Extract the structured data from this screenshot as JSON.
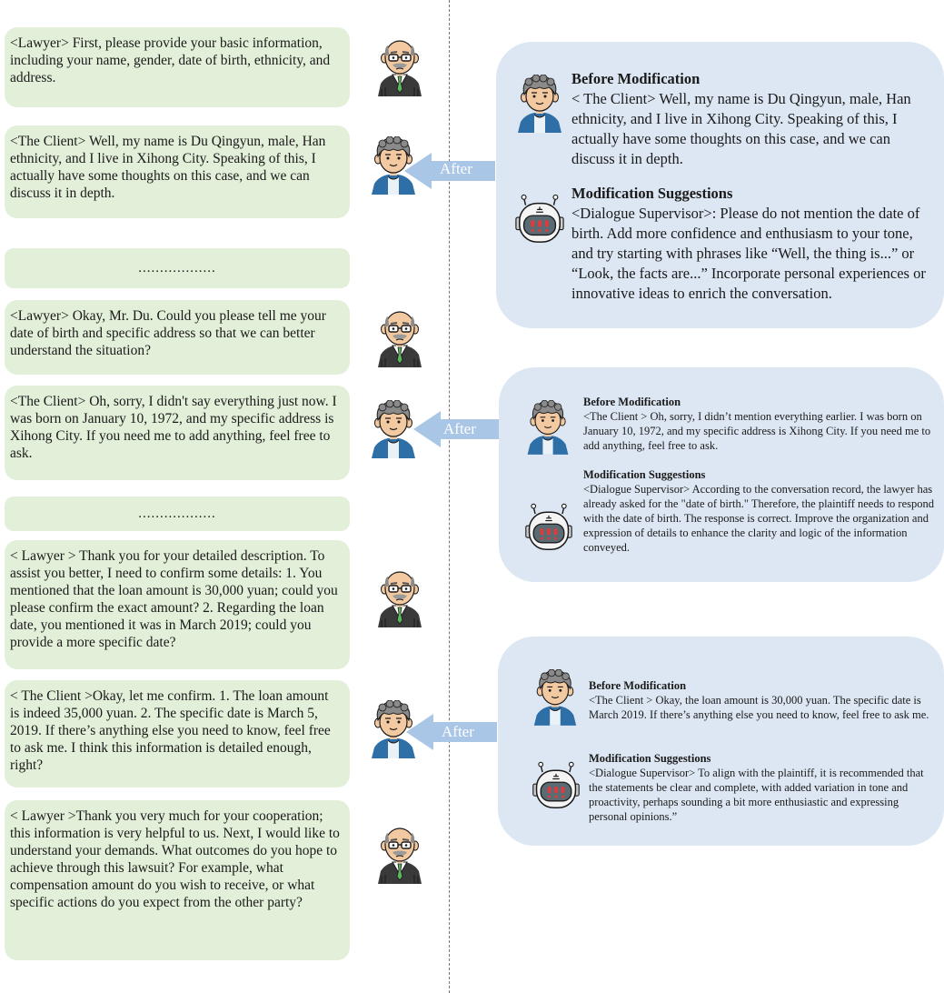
{
  "dialogue": [
    {
      "speaker": "lawyer",
      "text": "<Lawyer> First, please provide your basic information, including your name, gender, date of birth, ethnicity, and address."
    },
    {
      "speaker": "client",
      "text": "<The Client> Well, my name is Du Qingyun, male, Han ethnicity, and I live in Xihong City. Speaking of this, I actually have some thoughts on this case, and we can discuss it in depth."
    },
    {
      "speaker": "lawyer",
      "text": "<Lawyer> Okay, Mr. Du. Could you please tell me your date of birth and specific address so that we can better understand the situation?"
    },
    {
      "speaker": "client",
      "text": "<The Client> Oh, sorry, I didn't say everything just now. I was born on January 10, 1972, and my specific address is Xihong City. If you need me to add anything, feel free to ask."
    },
    {
      "speaker": "lawyer",
      "text": "< Lawyer > Thank you for your detailed description. To assist you better, I need to confirm some details: 1. You mentioned that the loan amount is 30,000 yuan; could you please confirm the exact amount? 2. Regarding the loan date, you mentioned it was in March 2019; could you provide a more specific date?"
    },
    {
      "speaker": "client",
      "text": "< The Client >Okay, let me confirm. 1. The loan amount is indeed 35,000 yuan. 2. The specific date is March 5, 2019. If there’s anything else you need to know, feel free to ask me. I think this information is detailed enough, right?"
    },
    {
      "speaker": "lawyer",
      "text": "< Lawyer >Thank you very much for your cooperation; this information is very helpful to us. Next, I would like to understand your demands. What outcomes do you hope to achieve through this lawsuit? For example, what compensation amount do you wish to receive, or what specific actions do you expect from the other party?"
    }
  ],
  "ellipsis": "..................",
  "arrow_label": "After",
  "panels": [
    {
      "before_title": "Before Modification",
      "before_text": "< The Client> Well, my name is Du Qingyun, male, Han ethnicity, and I live in Xihong City. Speaking of this, I actually have some thoughts on this case, and we can discuss it in depth.",
      "suggest_title": "Modification Suggestions",
      "suggest_text": "<Dialogue Supervisor>: Please do not mention the date of birth. Add more confidence and enthusiasm to your tone, and try starting with phrases like “Well, the thing is...” or “Look, the facts are...” Incorporate personal experiences or innovative ideas to enrich the conversation."
    },
    {
      "before_title": "Before Modification",
      "before_text": "<The Client > Oh, sorry, I didn’t mention everything earlier. I was born on January 10, 1972, and my specific address is Xihong City. If you need me to add anything, feel free to ask.",
      "suggest_title": "Modification Suggestions",
      "suggest_text": "<Dialogue Supervisor> According to the conversation record, the lawyer has already asked for the \"date of birth.\" Therefore, the plaintiff needs to respond with the date of birth. The response is correct. Improve the organization and expression of details to enhance the clarity and logic of the information conveyed."
    },
    {
      "before_title": "Before Modification",
      "before_text": "<The Client > Okay, the loan amount is 30,000 yuan. The specific date is March 2019. If there’s anything else you need to know, feel free to ask me.",
      "suggest_title": "Modification Suggestions",
      "suggest_text": "<Dialogue Supervisor> To align with the plaintiff, it is recommended that the statements be clear and complete, with added variation in tone and proactivity, perhaps sounding a bit more enthusiastic and expressing personal opinions.”"
    }
  ],
  "colors": {
    "dialogue_bg": "#e2efd9",
    "panel_bg": "#dce7f3",
    "arrow": "#a9c6e6"
  }
}
